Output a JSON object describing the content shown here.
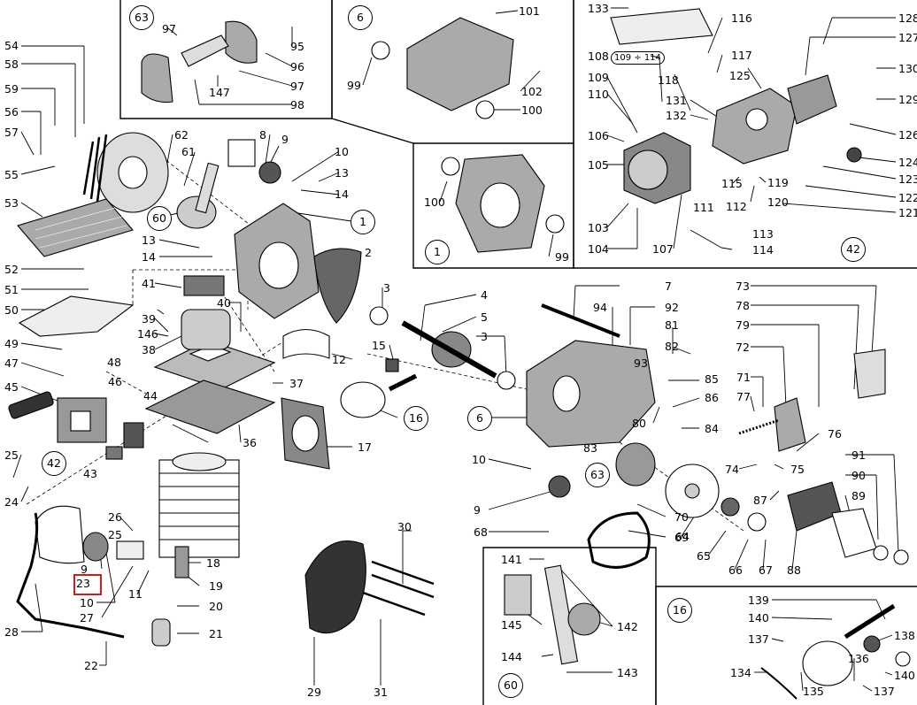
{
  "diagram": {
    "highlighted_ref": "23",
    "callouts": [
      "1",
      "6",
      "16",
      "42",
      "60",
      "63"
    ],
    "labels": {
      "l1": "1",
      "l2": "2",
      "l3a": "3",
      "l3b": "3",
      "l4": "4",
      "l5": "5",
      "l6": "6",
      "l7": "7",
      "l8": "8",
      "l9a": "9",
      "l9b": "9",
      "l9c": "9",
      "l10a": "10",
      "l10b": "10",
      "l10c": "10",
      "l11": "11",
      "l12": "12",
      "l13a": "13",
      "l13b": "13",
      "l14a": "14",
      "l14b": "14",
      "l15": "15",
      "l17": "17",
      "l18": "18",
      "l19": "19",
      "l20": "20",
      "l21": "21",
      "l22": "22",
      "l23": "23",
      "l24": "24",
      "l25": "25",
      "l26": "26",
      "l27": "27",
      "l28": "28",
      "l29": "29",
      "l30": "30",
      "l31": "31",
      "l36": "36",
      "l37": "37",
      "l38": "38",
      "l39": "39",
      "l40": "40",
      "l41": "41",
      "l43": "43",
      "l44": "44",
      "l45": "45",
      "l46": "46",
      "l47": "47",
      "l48": "48",
      "l49": "49",
      "l50": "50",
      "l51": "51",
      "l52": "52",
      "l53": "53",
      "l54": "54",
      "l55": "55",
      "l56": "56",
      "l57": "57",
      "l58": "58",
      "l59": "59",
      "l61": "61",
      "l62": "62",
      "l146": "146",
      "l95": "95",
      "l96": "96",
      "l97a": "97",
      "l97b": "97",
      "l98": "98",
      "l147": "147",
      "l99a": "99",
      "l99b": "99",
      "l100a": "100",
      "l100b": "100",
      "l101": "101",
      "l102": "102",
      "l103": "103",
      "l104": "104",
      "l105": "105",
      "l106": "106",
      "l107": "107",
      "l108": "108",
      "l108r": "109 ÷ 114",
      "l109": "109",
      "l110": "110",
      "l111": "111",
      "l112": "112",
      "l113": "113",
      "l114": "114",
      "l115": "115",
      "l116": "116",
      "l117": "117",
      "l118": "118",
      "l119": "119",
      "l120": "120",
      "l121": "121",
      "l122": "122",
      "l123": "123",
      "l124": "124",
      "l125": "125",
      "l126": "126",
      "l127": "127",
      "l128": "128",
      "l129": "129",
      "l130": "130",
      "l131": "131",
      "l132": "132",
      "l133": "133",
      "l64": "64",
      "l65": "65",
      "l66": "66",
      "l67": "67",
      "l68": "68",
      "l69": "69",
      "l70": "70",
      "l71": "71",
      "l72": "72",
      "l73": "73",
      "l74": "74",
      "l75": "75",
      "l76": "76",
      "l77": "77",
      "l78": "78",
      "l79": "79",
      "l80": "80",
      "l81": "81",
      "l82": "82",
      "l83": "83",
      "l84": "84",
      "l85": "85",
      "l86": "86",
      "l87": "87",
      "l88": "88",
      "l89": "89",
      "l90": "90",
      "l91": "91",
      "l92": "92",
      "l93": "93",
      "l94": "94",
      "l134": "134",
      "l135": "135",
      "l136": "136",
      "l137a": "137",
      "l137b": "137",
      "l138": "138",
      "l139": "139",
      "l140a": "140",
      "l140b": "140",
      "l141": "141",
      "l142": "142",
      "l143": "143",
      "l144": "144",
      "l145": "145"
    }
  }
}
